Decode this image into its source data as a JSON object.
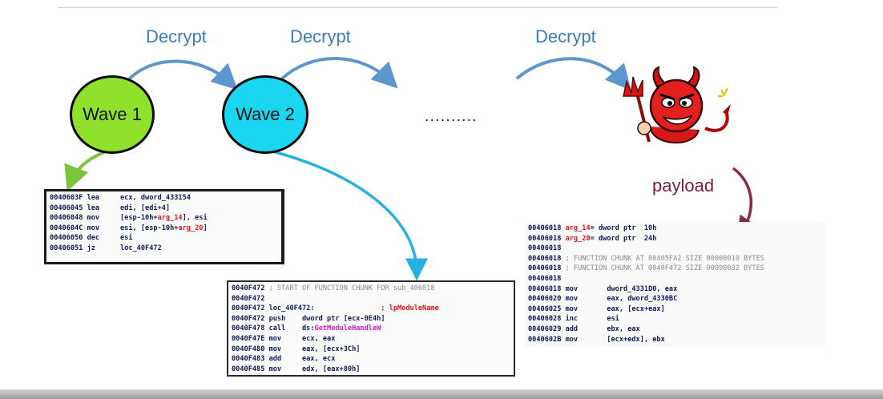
{
  "labels": {
    "decrypt_1": "Decrypt",
    "decrypt_2": "Decrypt",
    "decrypt_3": "Decrypt",
    "ellipsis": "..........",
    "payload": "payload"
  },
  "nodes": {
    "wave1": {
      "label": "Wave 1",
      "color": "#8fe12b"
    },
    "wave2": {
      "label": "Wave 2",
      "color": "#1ad6f0"
    }
  },
  "colors": {
    "arrow_blue": "#5d95cf",
    "arrow_green": "#7cc43c",
    "arrow_cyan": "#27b1e2",
    "arrow_payload": "#8a2a4a"
  },
  "icons": {
    "devil": "devil-icon"
  },
  "code_box_1": [
    {
      "addr": "0040603F",
      "op": "lea",
      "args": "ecx, dword_433154"
    },
    {
      "addr": "00406045",
      "op": "lea",
      "args": "edi, [edi+4]"
    },
    {
      "addr": "00406048",
      "op": "mov",
      "args_pre": "[esp-10h+",
      "args_hl": "arg_14",
      "args_post": "], esi"
    },
    {
      "addr": "0040604C",
      "op": "mov",
      "args_pre": "esi, [esp-10h+",
      "args_hl": "arg_20",
      "args_post": "]"
    },
    {
      "addr": "00406050",
      "op": "dec",
      "args": "esi"
    },
    {
      "addr": "00406051",
      "op": "jz",
      "args": "loc_40F472"
    }
  ],
  "code_box_2": [
    {
      "addr": "0040F472",
      "comment": "; START OF FUNCTION CHUNK FOR sub_406018"
    },
    {
      "addr": "0040F472",
      "text": ""
    },
    {
      "addr": "0040F472",
      "text": "loc_40F472:",
      "note": "; lpModuleName"
    },
    {
      "addr": "0040F472",
      "op": "push",
      "args": "dword ptr [ecx-0E4h]"
    },
    {
      "addr": "0040F478",
      "op": "call",
      "args_pre": "ds:",
      "args_hl": "GetModuleHandleW"
    },
    {
      "addr": "0040F47E",
      "op": "mov",
      "args": "ecx, eax"
    },
    {
      "addr": "0040F480",
      "op": "mov",
      "args": "eax, [ecx+3Ch]"
    },
    {
      "addr": "0040F483",
      "op": "add",
      "args": "eax, ecx"
    },
    {
      "addr": "0040F485",
      "op": "mov",
      "args": "edx, [eax+80h]"
    }
  ],
  "code_box_3": [
    {
      "addr": "00406018",
      "var": "arg_14",
      "rest": "= dword ptr  10h"
    },
    {
      "addr": "00406018",
      "var": "arg_20",
      "rest": "= dword ptr  24h"
    },
    {
      "addr": "00406018",
      "text": ""
    },
    {
      "addr": "00406018",
      "comment": "; FUNCTION CHUNK AT 00405FA2 SIZE 00000010 BYTES"
    },
    {
      "addr": "00406018",
      "comment": "; FUNCTION CHUNK AT 0040F472 SIZE 00000032 BYTES"
    },
    {
      "addr": "00406018",
      "text": ""
    },
    {
      "addr": "00406018",
      "op": "mov",
      "args": "dword_4331D0, eax"
    },
    {
      "addr": "00406020",
      "op": "mov",
      "args": "eax, dword_4330BC"
    },
    {
      "addr": "00406025",
      "op": "mov",
      "args": "eax, [ecx+eax]"
    },
    {
      "addr": "00406028",
      "op": "inc",
      "args": "esi"
    },
    {
      "addr": "00406029",
      "op": "add",
      "args": "ebx, eax"
    },
    {
      "addr": "0040602B",
      "op": "mov",
      "args": "[ecx+edx], ebx"
    }
  ]
}
